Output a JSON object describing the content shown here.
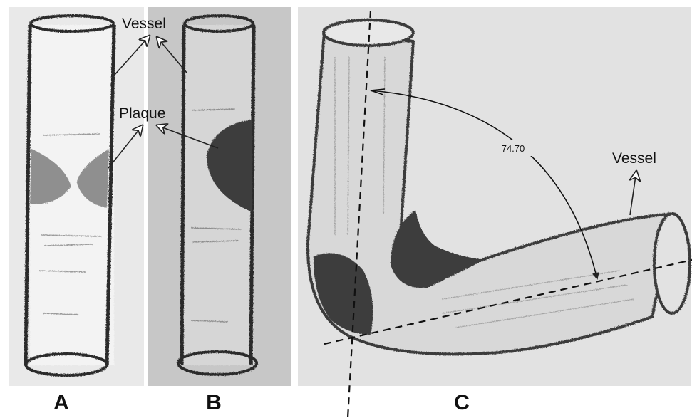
{
  "panels": {
    "A": {
      "label": "A",
      "vessel_label": "Vessel",
      "plaque_label": "Plaque"
    },
    "B": {
      "label": "B"
    },
    "C": {
      "label": "C",
      "vessel_label": "Vessel",
      "angle_value": "74.70"
    }
  },
  "colors": {
    "paper_a": "#e9e9e9",
    "paper_b": "#c7c7c7",
    "paper_c": "#e2e2e2",
    "pencil": "#2a2a2a",
    "plaque_light": "#8f8f8f",
    "plaque_dark": "#3c3c3c"
  }
}
